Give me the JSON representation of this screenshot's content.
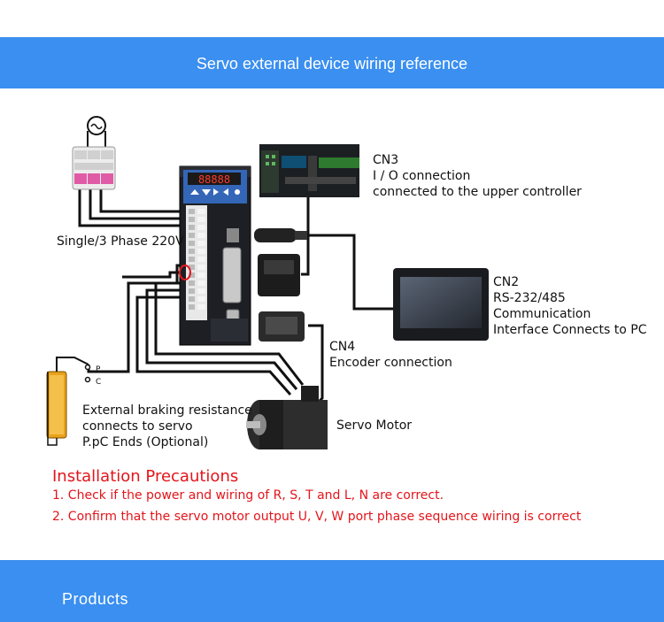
{
  "header": {
    "title": "Servo external device wiring reference"
  },
  "labels": {
    "power": "Single/3 Phase 220V",
    "cn3_title": "CN3",
    "cn3_line1": "I / O connection",
    "cn3_line2": "connected to the upper controller",
    "cn2_title": "CN2",
    "cn2_line1": "RS-232/485",
    "cn2_line2": "Communication",
    "cn2_line3": "Interface Connects to PC",
    "cn4_title": "CN4",
    "cn4_line1": "Encoder connection",
    "resistor_line1": "External braking resistance",
    "resistor_line2": "connects to servo",
    "resistor_line3": "P.pC Ends (Optional)",
    "motor": "Servo Motor",
    "term_p": "P",
    "term_c": "C",
    "display": "88888"
  },
  "precautions": {
    "title": "Installation Precautions",
    "items": [
      "1. Check if the power and wiring of R, S, T and L, N are correct.",
      "2. Confirm that the servo motor output U, V, W port phase sequence wiring is correct"
    ]
  },
  "footer": {
    "products": "Products"
  },
  "colors": {
    "banner": "#3a8ff0",
    "precaution": "#e3151b",
    "wire": "#111111"
  }
}
